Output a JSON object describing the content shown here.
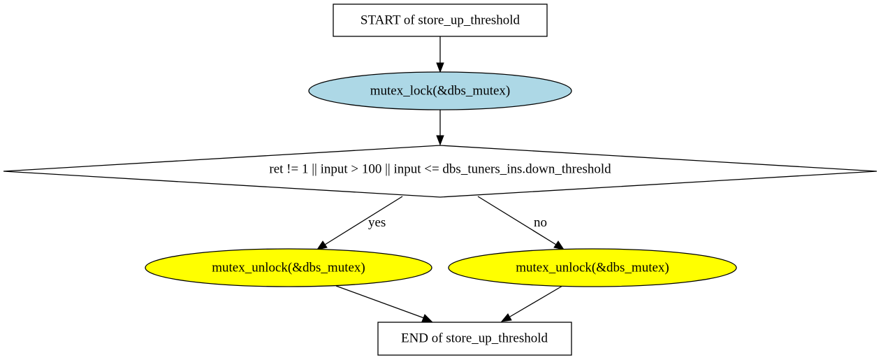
{
  "diagram": {
    "type": "flowchart",
    "colors": {
      "background": "#ffffff",
      "stroke": "#000000",
      "lock_fill": "#add8e6",
      "unlock_fill": "#ffff00",
      "box_fill": "#ffffff",
      "decision_fill": "#ffffff"
    },
    "nodes": {
      "start": {
        "label": "START of store_up_threshold",
        "shape": "rectangle"
      },
      "lock": {
        "label": "mutex_lock(&dbs_mutex)",
        "shape": "ellipse"
      },
      "decision": {
        "label": "ret != 1 || input > 100 || input <= dbs_tuners_ins.down_threshold",
        "shape": "diamond"
      },
      "unlock_yes": {
        "label": "mutex_unlock(&dbs_mutex)",
        "shape": "ellipse"
      },
      "unlock_no": {
        "label": "mutex_unlock(&dbs_mutex)",
        "shape": "ellipse"
      },
      "end": {
        "label": "END of store_up_threshold",
        "shape": "rectangle"
      }
    },
    "edges": [
      {
        "from": "start",
        "to": "lock",
        "label": ""
      },
      {
        "from": "lock",
        "to": "decision",
        "label": ""
      },
      {
        "from": "decision",
        "to": "unlock_yes",
        "label": "yes"
      },
      {
        "from": "decision",
        "to": "unlock_no",
        "label": "no"
      },
      {
        "from": "unlock_yes",
        "to": "end",
        "label": ""
      },
      {
        "from": "unlock_no",
        "to": "end",
        "label": ""
      }
    ],
    "edge_labels": {
      "yes": "yes",
      "no": "no"
    }
  }
}
